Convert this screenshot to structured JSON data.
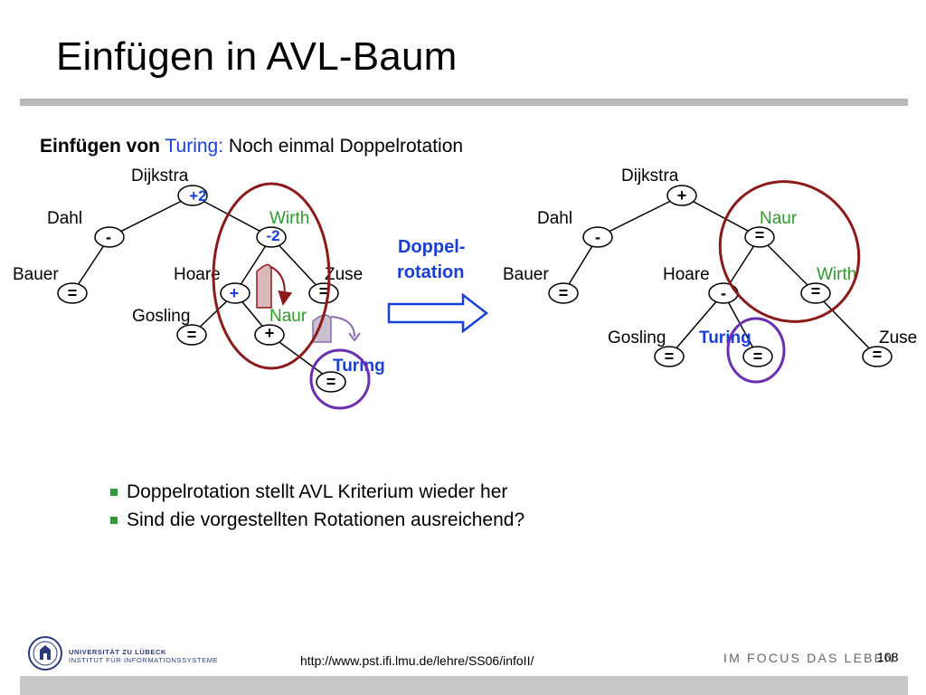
{
  "slide": {
    "title": "Einfügen in AVL-Baum",
    "subtitle_bold": "Einfügen von",
    "subtitle_blue": "Turing:",
    "subtitle_rest": "Noch einmal Doppelrotation",
    "arrow_label_1": "Doppel-",
    "arrow_label_2": "rotation",
    "bullets": [
      "Doppelrotation stellt AVL Kriterium wieder her",
      "Sind die vorgestellten Rotationen ausreichend?"
    ],
    "footer_url": "http://www.pst.ifi.lmu.de/lehre/SS06/infoII/",
    "page_number": "108",
    "motto": "IM FOCUS DAS LEBEN",
    "university_line1": "UNIVERSITÄT ZU LÜBECK",
    "university_line2": "INSTITUT FÜR INFORMATIONSSYSTEME"
  },
  "colors": {
    "blue": "#1a3fd6",
    "green": "#2e9a2e",
    "ellipse_red": "#8b1a1a",
    "ellipse_purple": "#6a2fb0",
    "bar_gray": "#b9b9b9"
  },
  "trees": {
    "before": {
      "nodes": [
        {
          "name": "Dijkstra",
          "balance": "+2"
        },
        {
          "name": "Dahl",
          "balance": "-"
        },
        {
          "name": "Wirth",
          "balance": "-2"
        },
        {
          "name": "Bauer",
          "balance": "="
        },
        {
          "name": "Hoare",
          "balance": "+"
        },
        {
          "name": "Zuse",
          "balance": "="
        },
        {
          "name": "Gosling",
          "balance": "="
        },
        {
          "name": "Naur",
          "balance": "+"
        },
        {
          "name": "Turing",
          "balance": "="
        }
      ]
    },
    "after": {
      "nodes": [
        {
          "name": "Dijkstra",
          "balance": "+"
        },
        {
          "name": "Dahl",
          "balance": "-"
        },
        {
          "name": "Naur",
          "balance": "="
        },
        {
          "name": "Bauer",
          "balance": "="
        },
        {
          "name": "Hoare",
          "balance": "-"
        },
        {
          "name": "Wirth",
          "balance": "="
        },
        {
          "name": "Gosling",
          "balance": "="
        },
        {
          "name": "Turing",
          "balance": "="
        },
        {
          "name": "Zuse",
          "balance": "="
        }
      ]
    }
  }
}
